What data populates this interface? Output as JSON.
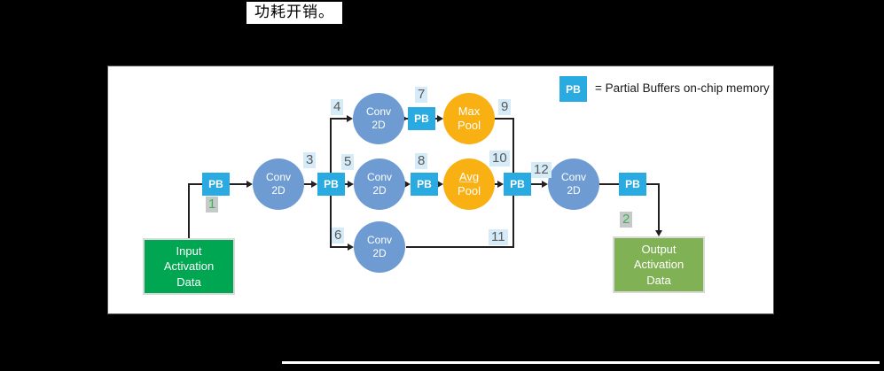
{
  "caption": "功耗开销。",
  "legend": {
    "pb": "PB",
    "text": "= Partial Buffers on-chip memory"
  },
  "pb": "PB",
  "conv": {
    "l1": "Conv",
    "l2": "2D"
  },
  "max_pool": {
    "l1": "Max",
    "l2": "Pool"
  },
  "avg_pool": {
    "l1": "Avg",
    "l2": "Pool"
  },
  "input_box": {
    "l1": "Input",
    "l2": "Activation",
    "l3": "Data"
  },
  "output_box": {
    "l1": "Output",
    "l2": "Activation",
    "l3": "Data"
  },
  "edges": {
    "n1": "1",
    "n2": "2",
    "n3": "3",
    "n4": "4",
    "n5": "5",
    "n6": "6",
    "n7": "7",
    "n8": "8",
    "n9": "9",
    "n10": "10",
    "n11": "11",
    "n12": "12"
  },
  "colors": {
    "pb_blue": "#29ABE2",
    "conv_blue": "#6E9CD2",
    "pool_amber": "#F9B013",
    "input_green": "#00A651",
    "output_green": "#80B255",
    "edge_label_bg": "#D6EBF8",
    "io_label_bg": "#C7C8CA",
    "io_label_text": "#39B54A"
  }
}
